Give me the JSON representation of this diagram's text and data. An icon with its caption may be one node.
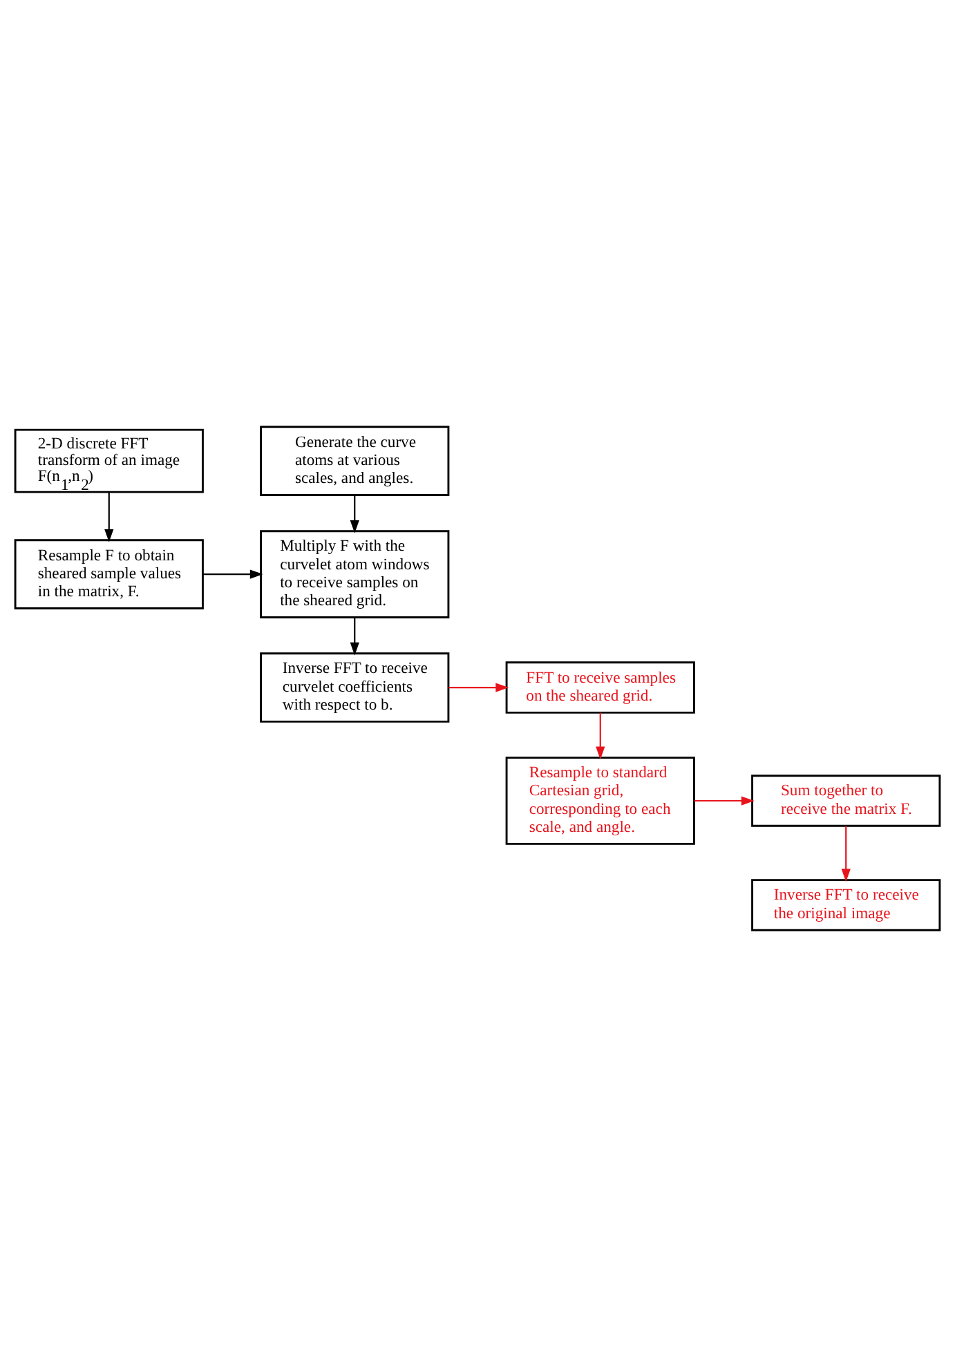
{
  "diagram": {
    "nodes": [
      {
        "text": [
          "2-D discrete FFT transform of an image F(n$_{1}$,n$_{2}$)"
        ]
      },
      {
        "text": [
          "Generate the curve atoms at various scales, and angles."
        ]
      },
      {
        "text": [
          "Resample F to obtain sheared sample values in the matrix, F."
        ]
      },
      {
        "text": [
          "Multiply F with the curvelet atom windows to receive samples on the sheared grid."
        ]
      },
      {
        "text": [
          "Inverse FFT to receive curvelet coefficients with respect to b."
        ]
      },
      {
        "text": [
          "FFT to receive samples on the sheared grid."
        ]
      },
      {
        "text": [
          "Sum together to receive the matrix F."
        ]
      },
      {
        "text": [
          "Resample to standard Cartesian grid, corresponding to each scale, and angle."
        ]
      },
      {
        "text": [
          "Inverse FFT to receive the original image"
        ]
      }
    ],
    "edges": [
      {
        "from": 0,
        "to": 2,
        "arrow": "to"
      },
      {
        "from": 1,
        "to": 3,
        "arrow": "to"
      },
      {
        "from": 2,
        "to": 3,
        "arrow": "to"
      },
      {
        "from": 3,
        "to": 4,
        "arrow": "to"
      },
      {
        "from": 4,
        "to": 5,
        "arrow": "to",
        "color": "#e8141c"
      },
      {
        "from": 5,
        "to": 7,
        "arrow": "to",
        "color": "#e8141c"
      },
      {
        "from": 7,
        "to": 6,
        "arrow": "to",
        "color": "#e8141c"
      },
      {
        "from": 6,
        "to": 8,
        "arrow": "to",
        "color": "#e8141c"
      }
    ]
  }
}
